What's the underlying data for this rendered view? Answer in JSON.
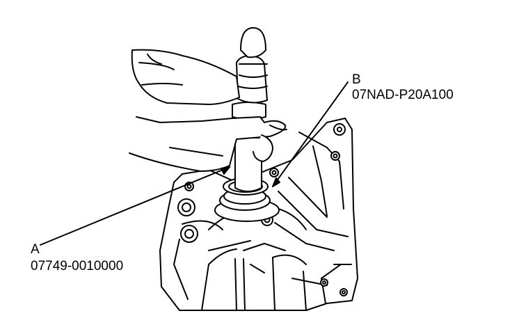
{
  "callouts": {
    "b": {
      "letter": "B",
      "code": "07NAD-P20A100"
    },
    "a": {
      "letter": "A",
      "code": "07749-0010000"
    }
  },
  "colors": {
    "line": "#000000",
    "fill": "#ffffff"
  },
  "icons": [
    "hammer-icon",
    "hand-icon",
    "driver-tool-icon",
    "seal-icon",
    "transmission-housing-icon"
  ]
}
